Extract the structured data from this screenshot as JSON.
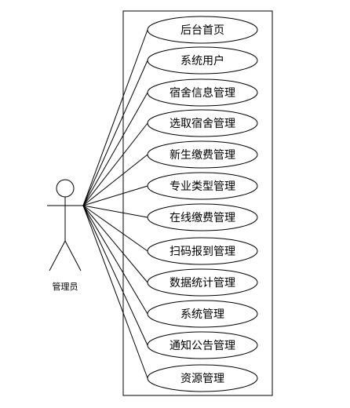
{
  "actor": {
    "label": "管理员"
  },
  "use_cases": [
    {
      "label": "后台首页"
    },
    {
      "label": "系统用户"
    },
    {
      "label": "宿舍信息管理"
    },
    {
      "label": "选取宿舍管理"
    },
    {
      "label": "新生缴费管理"
    },
    {
      "label": "专业类型管理"
    },
    {
      "label": "在线缴费管理"
    },
    {
      "label": "扫码报到管理"
    },
    {
      "label": "数据统计管理"
    },
    {
      "label": "系统管理"
    },
    {
      "label": "通知公告管理"
    },
    {
      "label": "资源管理"
    }
  ]
}
